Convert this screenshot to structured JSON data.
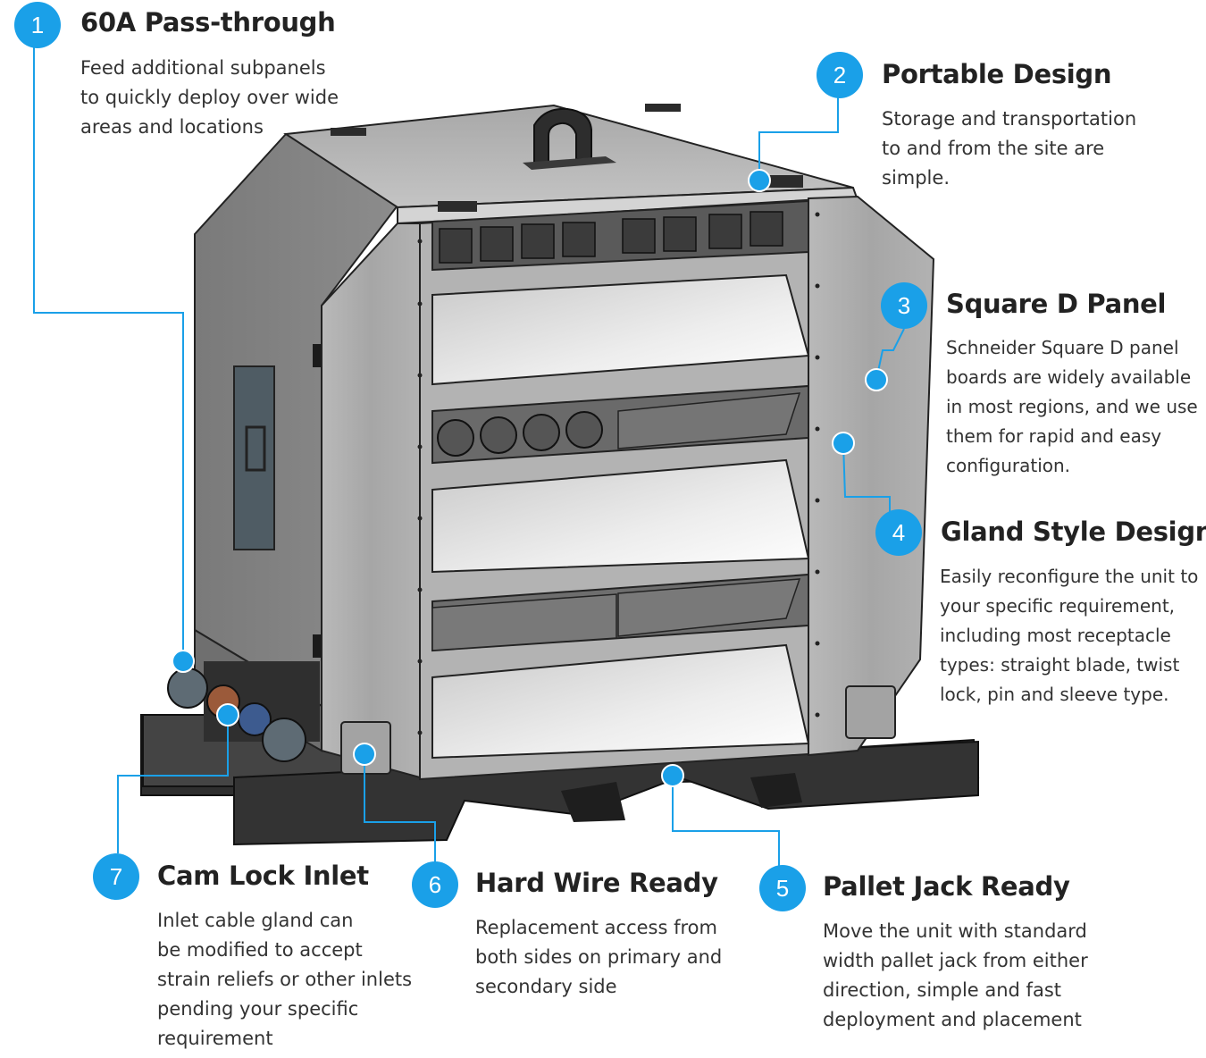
{
  "colors": {
    "accent": "#1aa0e8",
    "cabinet": "#8e8e8e",
    "pallet": "#3a3a3a"
  },
  "features": [
    {
      "number": "1",
      "title": "60A Pass-through",
      "description": "Feed additional subpanels\nto quickly deploy over wide\nareas and locations"
    },
    {
      "number": "2",
      "title": "Portable Design",
      "description": "Storage and transportation\nto and from the site are\nsimple."
    },
    {
      "number": "3",
      "title": "Square D Panel",
      "description": "Schneider Square D panel\nboards are widely available\nin most regions, and we use\nthem for rapid and easy\nconfiguration."
    },
    {
      "number": "4",
      "title": "Gland Style Design",
      "description": "Easily reconfigure the unit to\nyour specific requirement,\nincluding most receptacle\ntypes: straight blade, twist\nlock, pin and sleeve type."
    },
    {
      "number": "5",
      "title": "Pallet Jack Ready",
      "description": "Move the unit with standard\nwidth pallet jack from either\ndirection, simple and fast\ndeployment and placement"
    },
    {
      "number": "6",
      "title": "Hard Wire Ready",
      "description": "Replacement access from\nboth sides on primary and\nsecondary side"
    },
    {
      "number": "7",
      "title": "Cam Lock Inlet",
      "description": "Inlet cable gland can\nbe modified to accept\nstrain reliefs or other inlets\npending your specific\nrequirement"
    }
  ]
}
